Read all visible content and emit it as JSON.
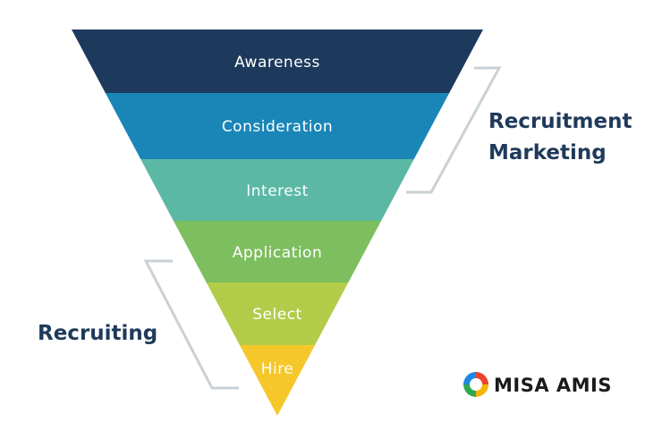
{
  "stages": [
    {
      "label": "Awareness",
      "color": "#1d3a5c"
    },
    {
      "label": "Consideration",
      "color": "#1a86b7"
    },
    {
      "label": "Interest",
      "color": "#5bb8a4"
    },
    {
      "label": "Application",
      "color": "#7dbe5e"
    },
    {
      "label": "Select",
      "color": "#b2cc4a"
    },
    {
      "label": "Hire",
      "color": "#f6c72a"
    }
  ],
  "groups": {
    "recruitment_marketing": {
      "line1": "Recruitment",
      "line2": "Marketing"
    },
    "recruiting": {
      "label": "Recruiting"
    }
  },
  "logo": {
    "text": "MISA AMIS"
  },
  "colors": {
    "bracket": "#c9d1d6",
    "heading": "#1f3a5a"
  }
}
